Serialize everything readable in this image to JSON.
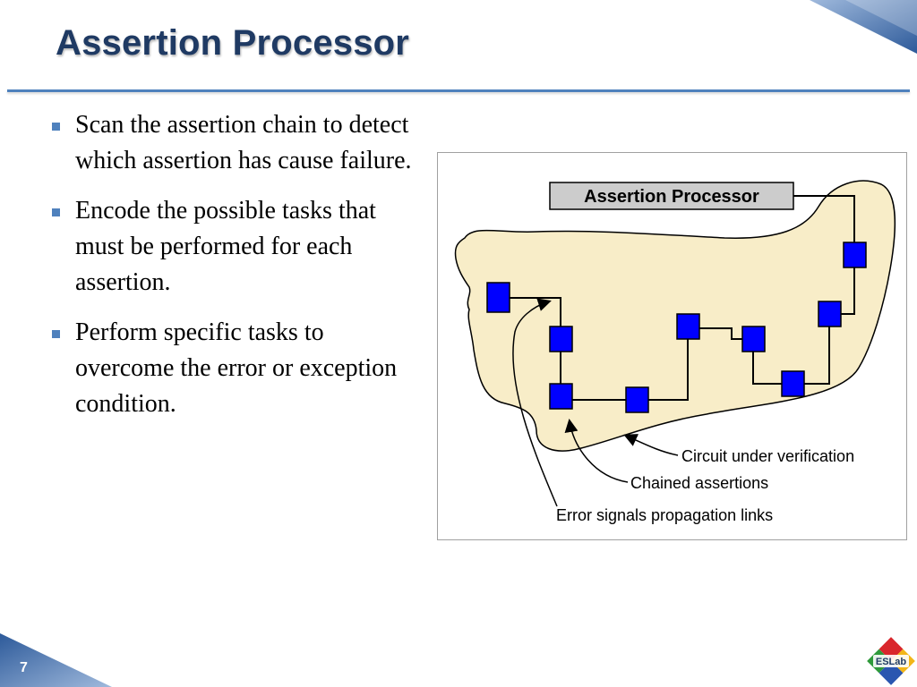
{
  "slide": {
    "title": "Assertion Processor",
    "page_number": "7",
    "accent_color": "#4f81bd",
    "title_color": "#1f3a63"
  },
  "bullets": [
    {
      "text": "Scan the assertion chain to detect which assertion has cause failure."
    },
    {
      "text": "Encode the possible tasks that must be performed for each assertion."
    },
    {
      "text": "Perform specific tasks to overcome the error or exception condition."
    }
  ],
  "figure": {
    "processor_label": "Assertion Processor",
    "labels": {
      "circuit": "Circuit under verification",
      "chained": "Chained assertions",
      "error_links": "Error signals propagation links"
    },
    "node_color": "#0000ff",
    "circuit_fill": "#f8edc8"
  },
  "logo": {
    "text": "ESLab"
  }
}
